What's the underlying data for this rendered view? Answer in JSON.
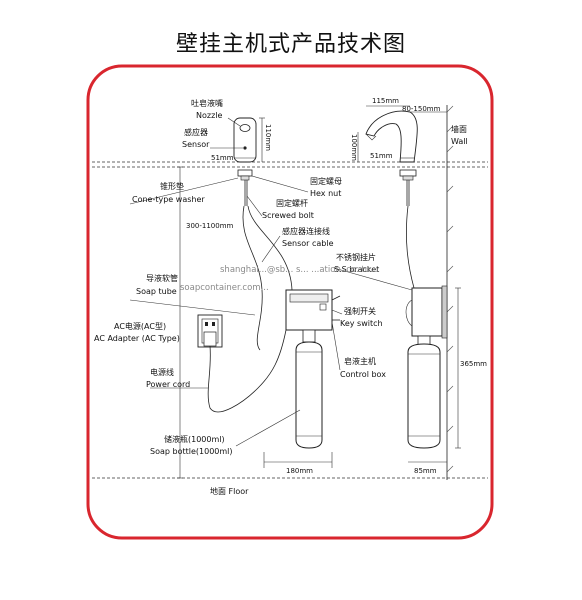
{
  "title": "壁挂主机式产品技术图",
  "labels": {
    "nozzle": "吐皂液嘴\nNozzle",
    "sensor": "感应器\nSensor",
    "washer": "锥形垫\nCone-type washer",
    "hexnut": "固定螺母\nHex nut",
    "bolt": "固定螺杆\nScrewed bolt",
    "cable": "感应器连接线\nSensor cable",
    "bracket": "不锈钢挂片\nS.S bracket",
    "tube": "导液软管\nSoap tube",
    "adapter": "AC电源(AC型)\nAC Adapter (AC Type)",
    "keyswitch": "强制开关\nKey switch",
    "powercord": "电源线\nPower cord",
    "controlbox": "皂液主机\nControl box",
    "bottle": "储液瓶(1000ml)\nSoap bottle(1000ml)",
    "wall": "墙面\nWall",
    "floor": "地面 Floor"
  },
  "dimensions": {
    "h110": "110mm",
    "w51_left": "51mm",
    "range": "300-1100mm",
    "w115": "115mm",
    "range2": "80-150mm",
    "h100": "100mm",
    "w51_right": "51mm",
    "h365": "365mm",
    "w180": "180mm",
    "w85": "85mm"
  },
  "watermark": {
    "line1": "shanghai...@sb... s... ...ation..co..tu...",
    "line2": "soapcontainer.com..."
  },
  "colors": {
    "frame": "#d9262e",
    "ink": "#222222"
  }
}
